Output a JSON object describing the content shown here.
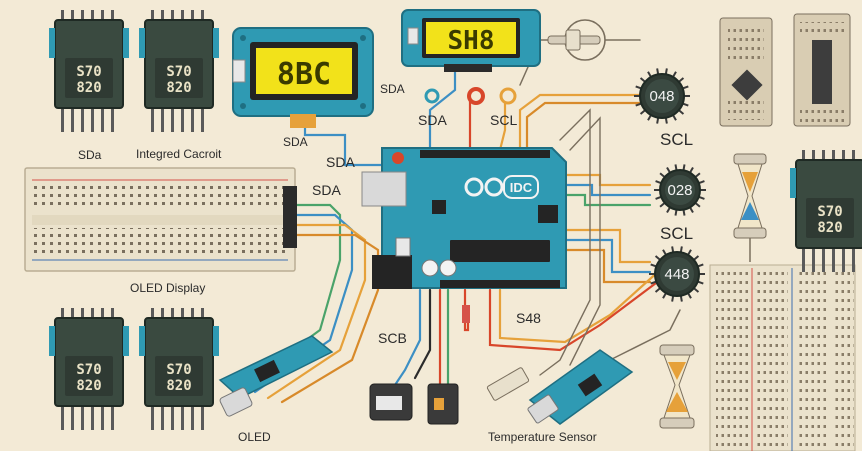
{
  "displays": {
    "left_lcd": "8BC",
    "center_lcd": "SH8"
  },
  "dials": {
    "top": "048",
    "middle": "028",
    "bottom": "448"
  },
  "chips": {
    "line1": "S70",
    "line2": "820"
  },
  "board": {
    "logo_text": "IDC"
  },
  "labels": {
    "sda_left": "SDa",
    "integrated_circuit": "Integred Cacroit",
    "sda_lcd": "SDA",
    "sda_mid": "SDA",
    "sda_board_left": "SDA",
    "sda_upper": "SDA",
    "sda_pin": "SDA",
    "scl_pin": "SCL",
    "scl_right_top": "SCL",
    "scl_right_mid": "SCL",
    "oled_display": "OLED Display",
    "scb": "SCB",
    "s48": "S48",
    "oled": "OLED",
    "temperature_sensor": "Temperature Sensor"
  },
  "colors": {
    "background": "#f3ead6",
    "board": "#2f9ab3",
    "board_edge": "#1f6f82",
    "lcd_screen": "#f2e21a",
    "chip": "#2f3a33",
    "wire_orange": "#e6a13a",
    "wire_blue": "#3c8fc4",
    "wire_green": "#4aa36a"
  }
}
